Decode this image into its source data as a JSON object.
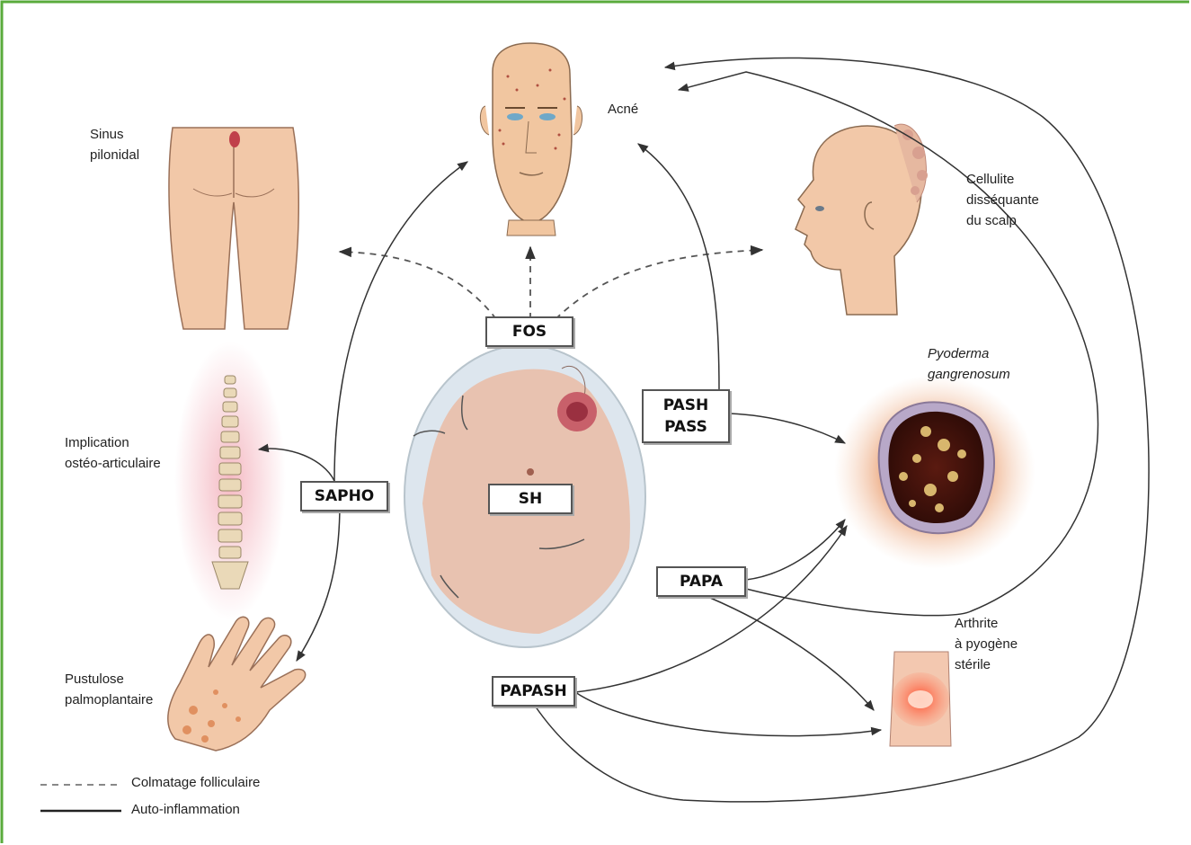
{
  "colors": {
    "frame": "#5aab3c",
    "line": "#333333",
    "box_border": "#555555"
  },
  "labels": {
    "acne": "Acné",
    "sinus": "Sinus\npilonidal",
    "cellulite": "Cellulite\ndisséquante\ndu scalp",
    "pyoderma": "Pyoderma\ngangrenosum",
    "implication": "Implication\nostéo-articulaire",
    "arthrite": "Arthrite\nà pyogène\nstérile",
    "pustulose": "Pustulose\npalmoplantaire"
  },
  "boxes": {
    "fos": "FOS",
    "sh": "SH",
    "pash": "PASH\nPASS",
    "sapho": "SAPHO",
    "papa": "PAPA",
    "papash": "PAPASH"
  },
  "legend": {
    "dashed": "Colmatage folliculaire",
    "solid": "Auto-inflammation"
  },
  "illustrations": [
    "face-illustration",
    "buttocks-illustration",
    "profile-head-illustration",
    "spine-illustration",
    "torso-illustration",
    "pyoderma-lesion-illustration",
    "knee-illustration",
    "hand-illustration"
  ]
}
